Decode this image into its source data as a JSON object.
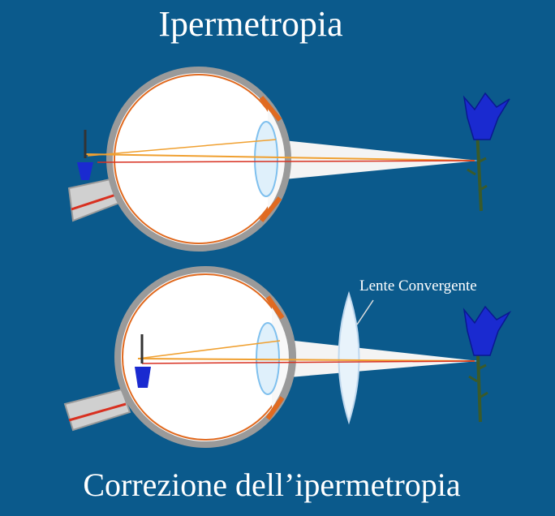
{
  "diagram": {
    "title": "Ipermetropia",
    "subtitle": "Correzione dell’ipermetropia",
    "lens_label": "Lente Convergente"
  },
  "colors": {
    "background": "#0b5a8c",
    "eye_fill": "#ffffff",
    "sclera_outline": "#8a8a8a",
    "retina": "#e06a20",
    "ray_orange": "#f0a030",
    "ray_red": "#d83020",
    "flower_blue": "#1a2ad0",
    "stem": "#3a5a2a"
  },
  "icons": [
    "eye-icon",
    "flower-icon",
    "converging-lens-icon"
  ]
}
